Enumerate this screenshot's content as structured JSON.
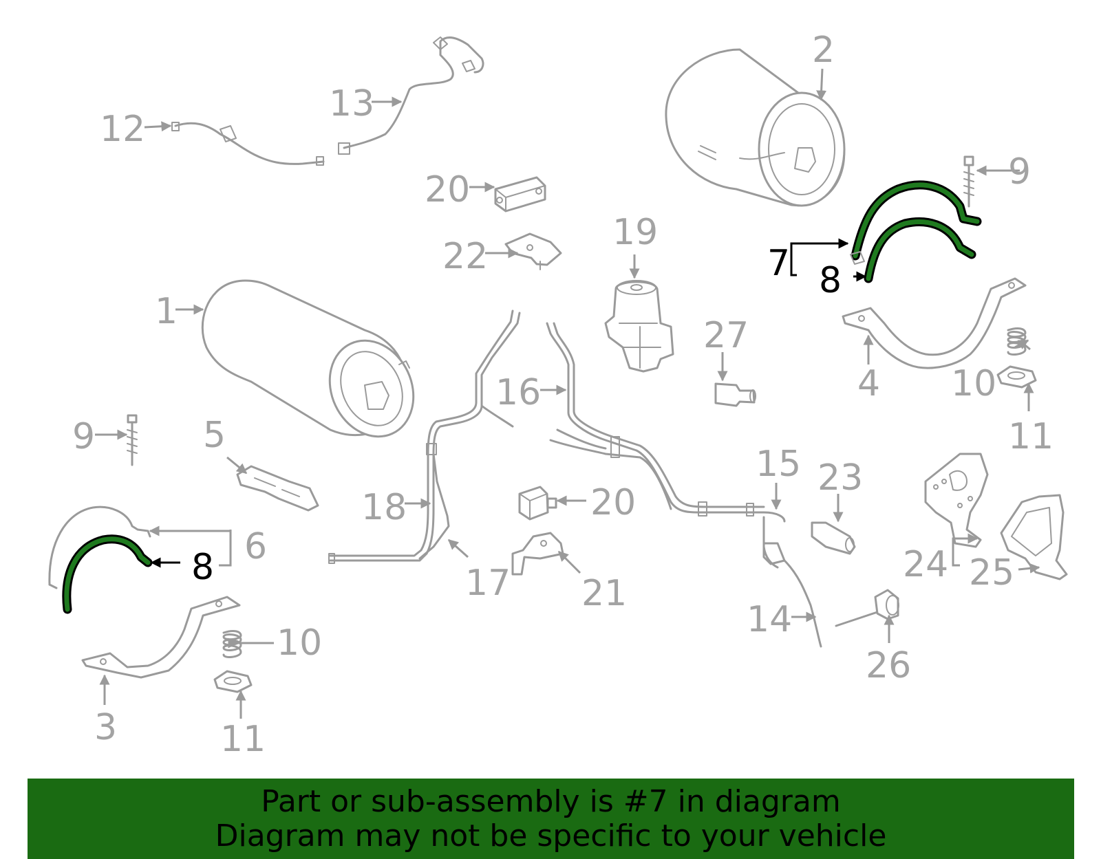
{
  "callouts": {
    "c1": "1",
    "c2": "2",
    "c3": "3",
    "c4": "4",
    "c5": "5",
    "c6": "6",
    "c7": "7",
    "c8a": "8",
    "c8b": "8",
    "c9a": "9",
    "c9b": "9",
    "c10a": "10",
    "c10b": "10",
    "c11a": "11",
    "c11b": "11",
    "c12": "12",
    "c13": "13",
    "c14": "14",
    "c15": "15",
    "c16": "16",
    "c17": "17",
    "c18": "18",
    "c19": "19",
    "c20a": "20",
    "c20b": "20",
    "c21": "21",
    "c22": "22",
    "c23": "23",
    "c24": "24",
    "c25": "25",
    "c26": "26",
    "c27": "27"
  },
  "banner": {
    "line1": "Part or sub-assembly is #7 in diagram",
    "line2": "Diagram may not be specific to your vehicle"
  },
  "colors": {
    "highlight": "#1f7a1f",
    "banner": "#1a6b12",
    "part_stroke": "#9a9a9a"
  }
}
